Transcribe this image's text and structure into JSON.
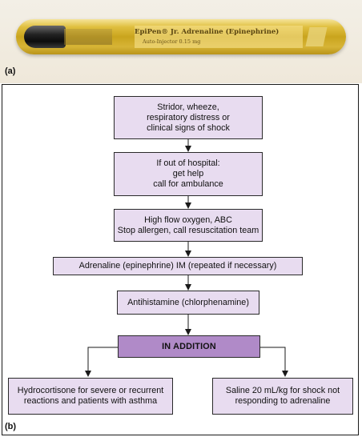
{
  "panel_a": {
    "label": "(a)",
    "product_name": "EpiPen® Jr. Adrenaline (Epinephrine)",
    "product_sub": "Auto-Injector 0.15 mg"
  },
  "panel_b": {
    "label": "(b)",
    "nodes": {
      "symptoms": "Stridor, wheeze,\nrespiratory distress or\nclinical signs of shock",
      "help": "If out of hospital:\nget help\ncall for ambulance",
      "oxygen": "High flow oxygen, ABC\nStop allergen, call resuscitation team",
      "adrenaline": "Adrenaline (epinephrine) IM (repeated if necessary)",
      "antihistamine": "Antihistamine (chlorphenamine)",
      "in_addition": "IN ADDITION",
      "hydrocortisone": "Hydrocortisone for severe or recurrent\nreactions and patients with asthma",
      "saline": "Saline 20 mL/kg for shock not\nresponding to adrenaline"
    },
    "colors": {
      "box_fill": "#e8dcf0",
      "highlight_fill": "#b08ac8",
      "line": "#1a1a1a"
    }
  }
}
